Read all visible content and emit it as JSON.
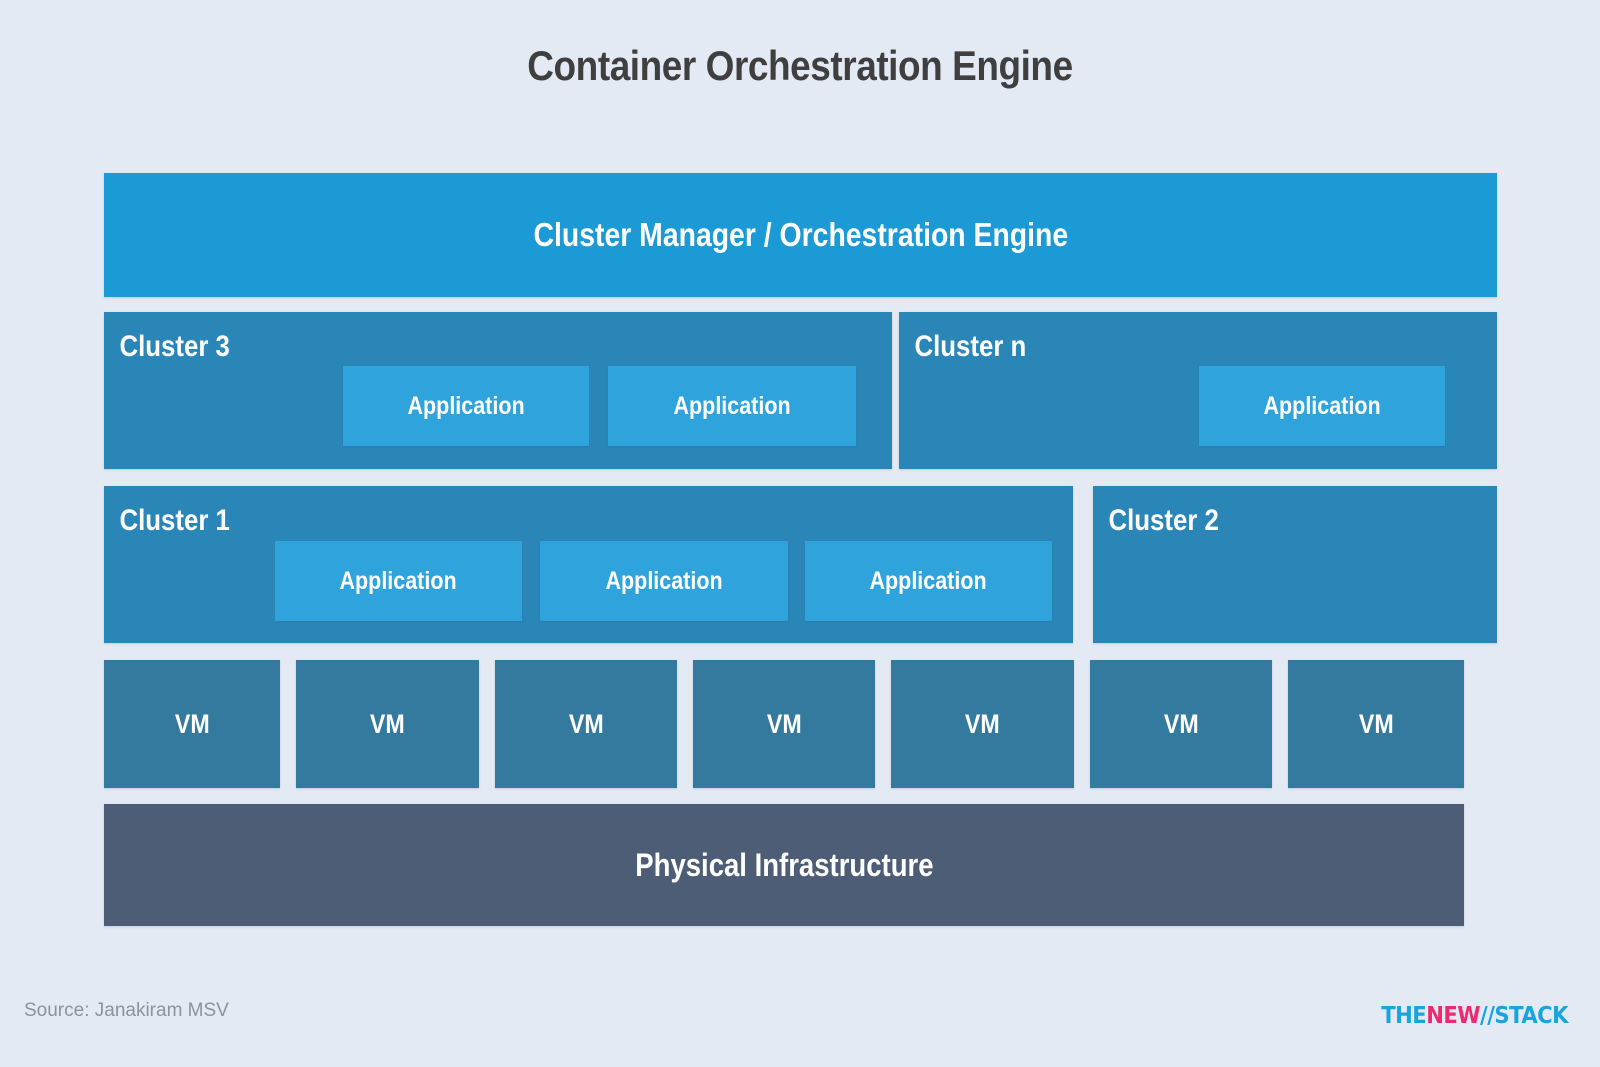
{
  "title": "Container Orchestration Engine",
  "orchestration": {
    "label": "Cluster Manager / Orchestration Engine",
    "color": "#1b9ad6"
  },
  "clusters": [
    {
      "name": "Cluster 3",
      "apps": [
        "Application",
        "Application"
      ]
    },
    {
      "name": "Cluster n",
      "apps": [
        "Application"
      ]
    },
    {
      "name": "Cluster 1",
      "apps": [
        "Application",
        "Application",
        "Application"
      ]
    },
    {
      "name": "Cluster 2",
      "apps": []
    }
  ],
  "cluster_color": "#2b86b8",
  "application_color": "#2ea3dc",
  "vms": [
    {
      "label": "VM"
    },
    {
      "label": "VM"
    },
    {
      "label": "VM"
    },
    {
      "label": "VM"
    },
    {
      "label": "VM"
    },
    {
      "label": "VM"
    },
    {
      "label": "VM"
    }
  ],
  "vm_color": "#337a9e",
  "physical": {
    "label": "Physical Infrastructure",
    "color": "#4d5d75"
  },
  "footer": {
    "source": "Source: Janakiram MSV",
    "logo": {
      "part1": "THE",
      "part2": "NEW",
      "slash": "//",
      "part3": "STACK"
    }
  },
  "background_color": "#e3eaf4",
  "title_color": "#3f3f3f"
}
